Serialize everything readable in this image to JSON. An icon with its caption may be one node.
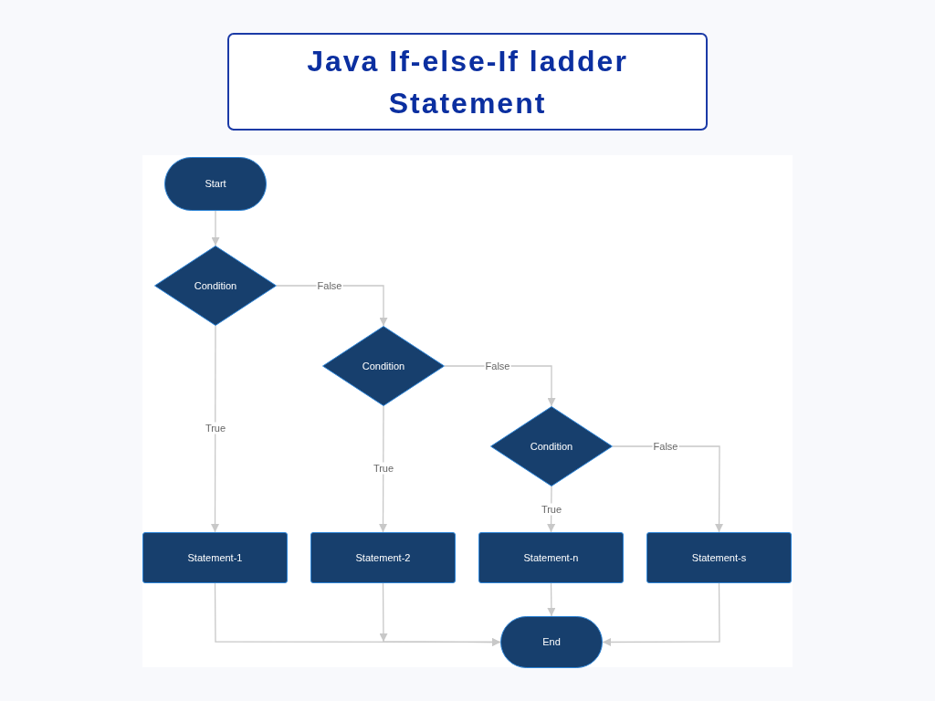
{
  "diagram": {
    "title": "Java If-else-If ladder Statement",
    "nodes": [
      {
        "text": [
          "Start"
        ]
      },
      {
        "text": [
          "Condition"
        ]
      },
      {
        "text": [
          "Condition"
        ]
      },
      {
        "text": [
          "Condition"
        ]
      },
      {
        "text": [
          "Statement-1"
        ]
      },
      {
        "text": [
          "Statement-2"
        ]
      },
      {
        "text": [
          "Statement-n"
        ]
      },
      {
        "text": [
          "Statement-s"
        ]
      },
      {
        "text": [
          "End"
        ]
      }
    ],
    "edges": [
      {
        "from": 0,
        "to": 1,
        "arrow": "to"
      },
      {
        "from": 1,
        "to": 2,
        "arrow": "to",
        "label": "False"
      },
      {
        "from": 1,
        "to": 4,
        "arrow": "to",
        "label": "True"
      },
      {
        "from": 2,
        "to": 3,
        "arrow": "to",
        "label": "False"
      },
      {
        "from": 2,
        "to": 5,
        "arrow": "to",
        "label": "True"
      },
      {
        "from": 3,
        "to": 6,
        "arrow": "to",
        "label": "True"
      },
      {
        "from": 3,
        "to": 7,
        "arrow": "to",
        "label": "False"
      },
      {
        "from": 4,
        "to": 8,
        "arrow": "to"
      },
      {
        "from": 5,
        "to": 8,
        "arrow": "to"
      },
      {
        "from": 6,
        "to": 8,
        "arrow": "to"
      },
      {
        "from": 7,
        "to": 8,
        "arrow": "to"
      }
    ]
  }
}
